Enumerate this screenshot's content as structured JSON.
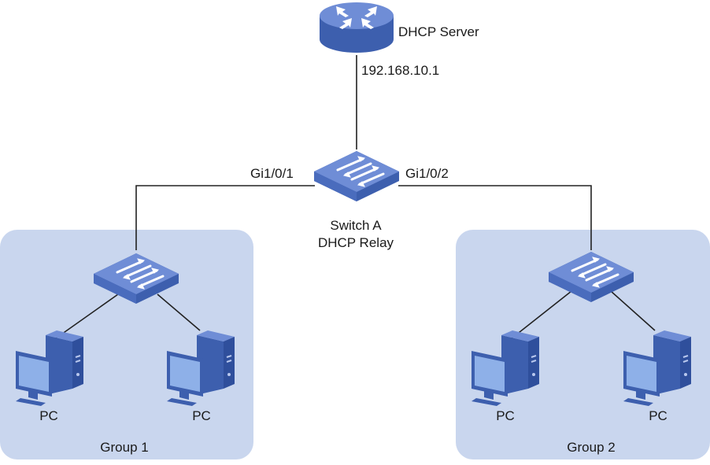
{
  "server": {
    "label": "DHCP Server",
    "ip": "192.168.10.1"
  },
  "switch_a": {
    "name": "Switch A",
    "role": "DHCP Relay",
    "port_left": "Gi1/0/1",
    "port_right": "Gi1/0/2"
  },
  "groups": [
    {
      "label": "Group 1",
      "pcs": [
        "PC",
        "PC"
      ]
    },
    {
      "label": "Group 2",
      "pcs": [
        "PC",
        "PC"
      ]
    }
  ],
  "colors": {
    "group_bg": "#c9d6ee",
    "device_top": "#6f8dd6",
    "device_side": "#3d5fae",
    "line": "#222222"
  }
}
